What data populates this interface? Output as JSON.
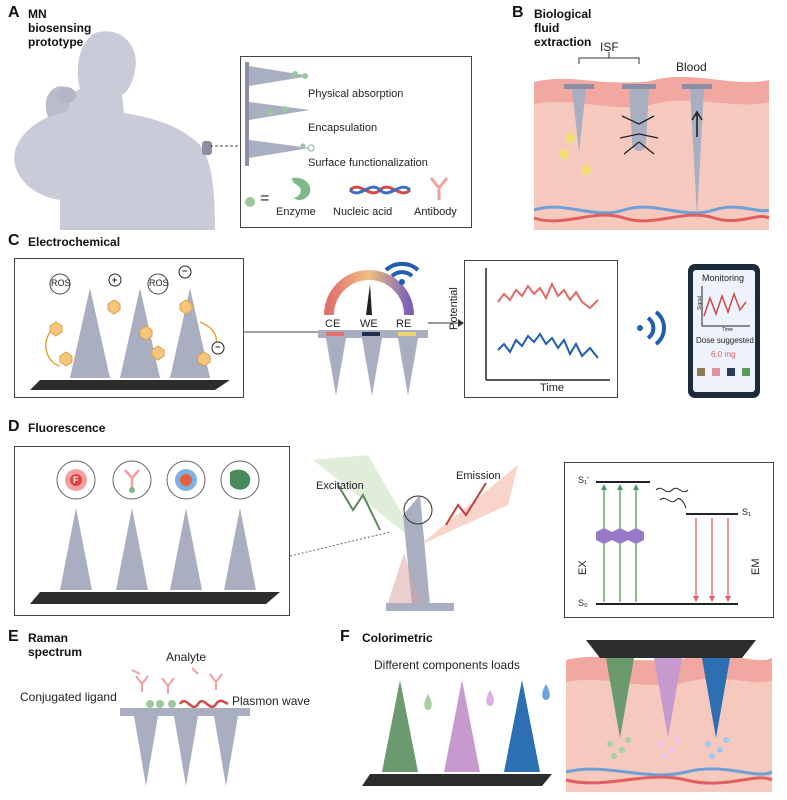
{
  "panels": {
    "a": {
      "letter": "A",
      "title": "MN biosensing prototype",
      "loading": [
        "Physical absorption",
        "Encapsulation",
        "Surface functionalization"
      ],
      "legend": {
        "equals": "=",
        "items": [
          "Enzyme",
          "Nucleic acid",
          "Antibody"
        ]
      }
    },
    "b": {
      "letter": "B",
      "title": "Biological fluid extraction",
      "isf": "ISF",
      "blood": "Blood"
    },
    "c": {
      "letter": "C",
      "title": "Electrochemical",
      "ros1": "ROS",
      "ros2": "ROS",
      "plus": "+",
      "minus1": "−",
      "minus2": "−",
      "electrodes": [
        "CE",
        "WE",
        "RE"
      ],
      "plot": {
        "ylabel": "Potential",
        "xlabel": "Time"
      },
      "phone": {
        "title": "Monitoring",
        "y": "Signal",
        "x": "Time",
        "dose_label": "Dose suggested",
        "dose_value": "6.0 mg"
      }
    },
    "d": {
      "letter": "D",
      "title": "Fluorescence",
      "probe_f": "F",
      "excitation": "Excitation",
      "emission": "Emission",
      "s1prime": "S₁'",
      "s1": "S₁",
      "s0": "S₀",
      "ex": "EX",
      "em": "EM"
    },
    "e": {
      "letter": "E",
      "title": "Raman spectrum",
      "analyte": "Analyte",
      "ligand": "Conjugated ligand",
      "plasmon": "Plasmon wave"
    },
    "f": {
      "letter": "F",
      "title": "Colorimetric",
      "components": "Different components loads"
    }
  },
  "colors": {
    "needle": "#a9afc0",
    "base": "#2d2d2d",
    "skin": "#f6c9be",
    "skin_top": "#f1a8a0",
    "red_line": "#e0605a",
    "blue_line": "#1f5fae",
    "wifi": "#1f5fae",
    "green": "#6a9a6e",
    "pink": "#c79bd0",
    "blue": "#2c6fb3"
  }
}
